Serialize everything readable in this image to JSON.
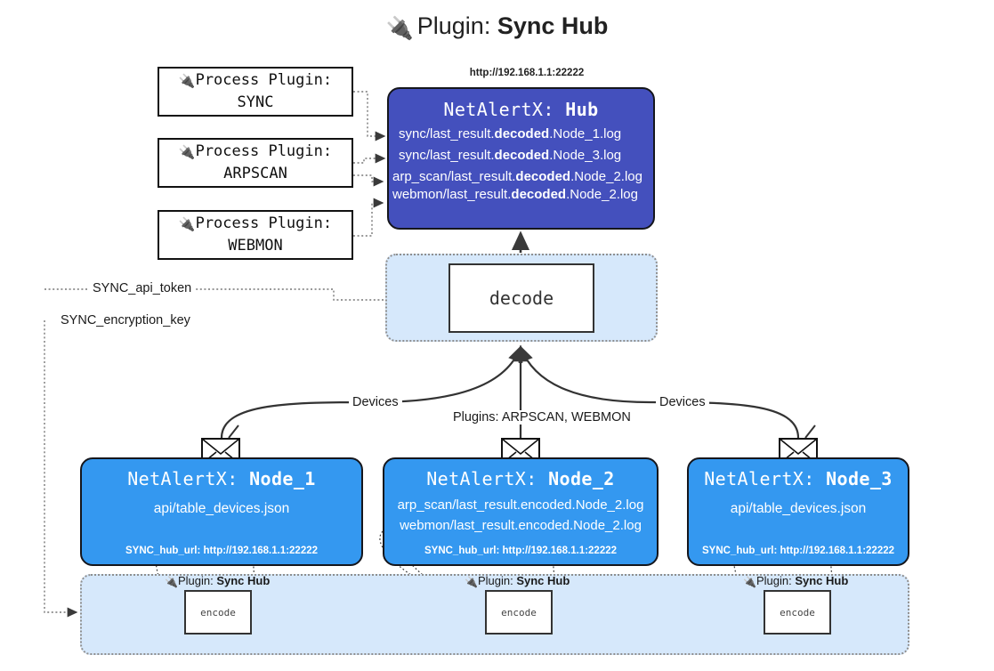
{
  "title": {
    "icon": "plug-icon",
    "glyph": "🔌",
    "prefix": "Plugin: ",
    "name": "Sync Hub"
  },
  "colors": {
    "hub_fill": "#4450bd",
    "node_fill": "#3498f0",
    "container_fill": "#d6e8fb",
    "stroke": "#15161c",
    "page_bg": "#ffffff"
  },
  "process_plugins": [
    {
      "glyph": "🔌",
      "line1": "Process Plugin:",
      "line2": "SYNC"
    },
    {
      "glyph": "🔌",
      "line1": "Process Plugin:",
      "line2": "ARPSCAN"
    },
    {
      "glyph": "🔌",
      "line1": "Process Plugin:",
      "line2": "WEBMON"
    }
  ],
  "hub": {
    "url": "http://192.168.1.1:22222",
    "header_prefix": "NetAlertX: ",
    "header_name": "Hub",
    "logs": [
      {
        "pre": "sync/last_result.",
        "mid": "decoded",
        "post": ".Node_1.log"
      },
      {
        "pre": "sync/last_result.",
        "mid": "decoded",
        "post": ".Node_3.log"
      },
      {
        "pre": "arp_scan/last_result.",
        "mid": "decoded",
        "post": ".Node_2.log"
      },
      {
        "pre": "webmon/last_result.",
        "mid": "decoded",
        "post": ".Node_2.log"
      }
    ]
  },
  "decode": {
    "label": "decode"
  },
  "settings": {
    "api_token": "SYNC_api_token",
    "encryption_key": "SYNC_encryption_key"
  },
  "edge_labels": {
    "devices_left": "Devices",
    "devices_right": "Devices",
    "plugins_center": "Plugins: ARPSCAN, WEBMON"
  },
  "nodes": [
    {
      "header_prefix": "NetAlertX: ",
      "header_name": "Node_1",
      "lines": [
        "api/table_devices.json"
      ],
      "hub_url_label": "SYNC_hub_url: http://192.168.1.1:22222",
      "envelope": "envelope-icon"
    },
    {
      "header_prefix": "NetAlertX: ",
      "header_name": "Node_2",
      "lines": [
        "arp_scan/last_result.encoded.Node_2.log",
        "webmon/last_result.encoded.Node_2.log"
      ],
      "hub_url_label": "SYNC_hub_url: http://192.168.1.1:22222",
      "envelope": "envelope-icon"
    },
    {
      "header_prefix": "NetAlertX: ",
      "header_name": "Node_3",
      "lines": [
        "api/table_devices.json"
      ],
      "hub_url_label": "SYNC_hub_url: http://192.168.1.1:22222",
      "envelope": "envelope-icon"
    }
  ],
  "encoders": [
    {
      "glyph": "🔌",
      "plugin_prefix": "Plugin: ",
      "plugin_name": "Sync Hub",
      "label": "encode"
    },
    {
      "glyph": "🔌",
      "plugin_prefix": "Plugin: ",
      "plugin_name": "Sync Hub",
      "label": "encode"
    },
    {
      "glyph": "🔌",
      "plugin_prefix": "Plugin: ",
      "plugin_name": "Sync Hub",
      "label": "encode"
    }
  ]
}
